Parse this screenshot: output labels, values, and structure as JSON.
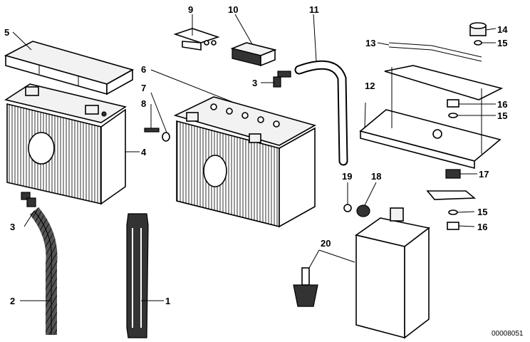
{
  "callouts": {
    "c1": "1",
    "c2": "2",
    "c3a": "3",
    "c3b": "3",
    "c4": "4",
    "c5": "5",
    "c6": "6",
    "c7": "7",
    "c8": "8",
    "c9": "9",
    "c10": "10",
    "c11": "11",
    "c12": "12",
    "c13": "13",
    "c14": "14",
    "c15a": "15",
    "c15b": "15",
    "c15c": "15",
    "c16a": "16",
    "c16b": "16",
    "c17": "17",
    "c18": "18",
    "c19": "19",
    "c20": "20"
  },
  "document_number": "00008051"
}
